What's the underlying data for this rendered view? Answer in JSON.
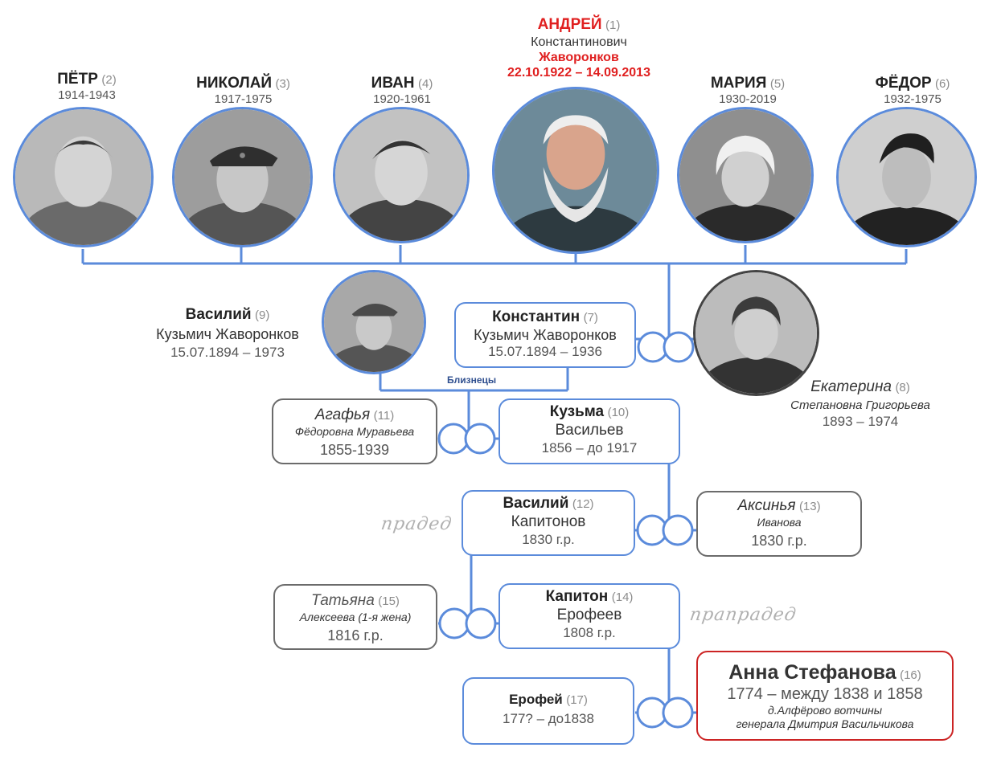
{
  "people": {
    "p2": {
      "name": "ПЁТР",
      "num": "(2)",
      "dates": "1914-1943"
    },
    "p3": {
      "name": "НИКОЛАЙ",
      "num": "(3)",
      "dates": "1917-1975"
    },
    "p4": {
      "name": "ИВАН",
      "num": "(4)",
      "dates": "1920-1961"
    },
    "p1": {
      "name": "АНДРЕЙ",
      "num": "(1)",
      "patronymic": "Константинович",
      "surname": "Жаворонков",
      "dates": "22.10.1922 – 14.09.2013"
    },
    "p5": {
      "name": "МАРИЯ",
      "num": "(5)",
      "dates": "1930-2019"
    },
    "p6": {
      "name": "ФЁДОР",
      "num": "(6)",
      "dates": "1932-1975"
    },
    "p9": {
      "name": "Василий",
      "num": "(9)",
      "line2": "Кузьмич Жаворонков",
      "dates": "15.07.1894 – 1973"
    },
    "p7": {
      "name": "Константин",
      "num": "(7)",
      "line2": "Кузьмич Жаворонков",
      "dates": "15.07.1894 – 1936"
    },
    "p8": {
      "name": "Екатерина",
      "num": "(8)",
      "line2": "Степановна Григорьева",
      "dates": "1893 – 1974"
    },
    "p11": {
      "name": "Агафья",
      "num": "(11)",
      "line2": "Фёдоровна Муравьева",
      "dates": "1855-1939"
    },
    "p10": {
      "name": "Кузьма",
      "num": "(10)",
      "line2": "Васильев",
      "dates": "1856 – до 1917"
    },
    "p12": {
      "name": "Василий",
      "num": "(12)",
      "line2": "Капитонов",
      "dates": "1830 г.р."
    },
    "p13": {
      "name": "Аксинья",
      "num": "(13)",
      "line2": "Иванова",
      "dates": "1830 г.р."
    },
    "p15": {
      "name": "Татьяна",
      "num": "(15)",
      "line2": "Алексеева (1-я жена)",
      "dates": "1816 г.р."
    },
    "p14": {
      "name": "Капитон",
      "num": "(14)",
      "line2": "Ерофеев",
      "dates": "1808 г.р."
    },
    "p17": {
      "name": "Ерофей",
      "num": "(17)",
      "dates": "177? – до1838"
    },
    "p16": {
      "name": "Анна Стефанова",
      "num": "(16)",
      "dates": "1774 – между 1838 и 1858",
      "line3": "д.Алфёрово вотчины",
      "line4": "генерала Дмитрия Васильчикова"
    }
  },
  "labels": {
    "twins": "Близнецы",
    "praded": "прадед",
    "prapraded": "прапрадед"
  },
  "colors": {
    "accent": "#5b8bdb",
    "highlight": "#e02020",
    "box_grey": "#6b6b6b",
    "box_red": "#cc2424"
  }
}
